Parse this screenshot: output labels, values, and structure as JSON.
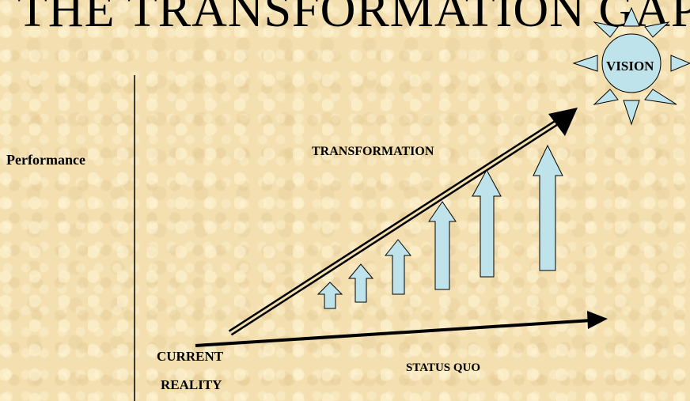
{
  "slide": {
    "title": "THE TRANSFORMATION GAP"
  },
  "diagram": {
    "axis_label": "Performance",
    "transformation_label": "TRANSFORMATION",
    "current_label_line1": "CURRENT",
    "current_label_line2": "REALITY",
    "status_quo_label": "STATUS QUO",
    "vision_label": "VISION",
    "step_arrow_count": 6
  },
  "colors": {
    "background": "#f3dfb0",
    "step_arrow_fill": "#bfe3ea",
    "sun_fill": "#bfe3ea",
    "outline": "#000000"
  }
}
